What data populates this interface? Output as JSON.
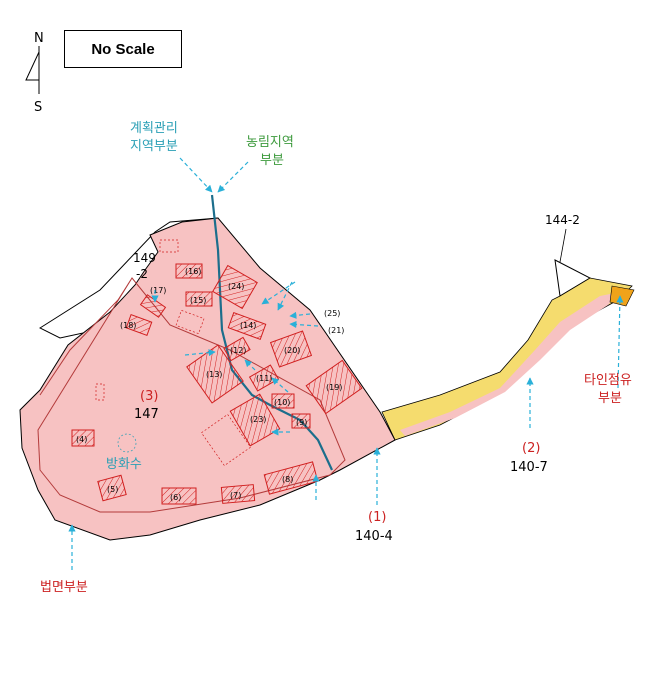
{
  "north_arrow": {
    "top_letter": "N",
    "bottom_letter": "S"
  },
  "scale_note": "No Scale",
  "colors": {
    "parcel_fill": "#f7c2c2",
    "parcel_outline": "#b33b3b",
    "building_outline": "#d11f1f",
    "road_fill": "#f5dc6e",
    "road_orange": "#f0a31a",
    "river": "#1c6e8c",
    "arrow": "#2ab0d8",
    "label_teal": "#2a9fb5",
    "label_green": "#3d9a3d",
    "label_red": "#cc2222"
  },
  "zone_labels": {
    "planning": [
      "계획관리",
      "지역부분"
    ],
    "agri": [
      "농림지역",
      "부분"
    ],
    "occupied": [
      "타인점유",
      "부분"
    ],
    "legal": "법면부분",
    "fire": "방화수"
  },
  "parcels": {
    "p1": {
      "num": "(1)",
      "lot": "140-4"
    },
    "p2": {
      "num": "(2)",
      "lot": "140-7"
    },
    "p3": {
      "num": "(3)",
      "lot": "147"
    },
    "lot_144": "144-2",
    "lot_149": [
      "149",
      "-2"
    ]
  },
  "buildings": [
    "(4)",
    "(5)",
    "(6)",
    "(7)",
    "(8)",
    "(9)",
    "(10)",
    "(11)",
    "(12)",
    "(13)",
    "(14)",
    "(15)",
    "(16)",
    "(17)",
    "(18)",
    "(19)",
    "(20)",
    "(21)",
    "(23)",
    "(24)",
    "(25)"
  ]
}
